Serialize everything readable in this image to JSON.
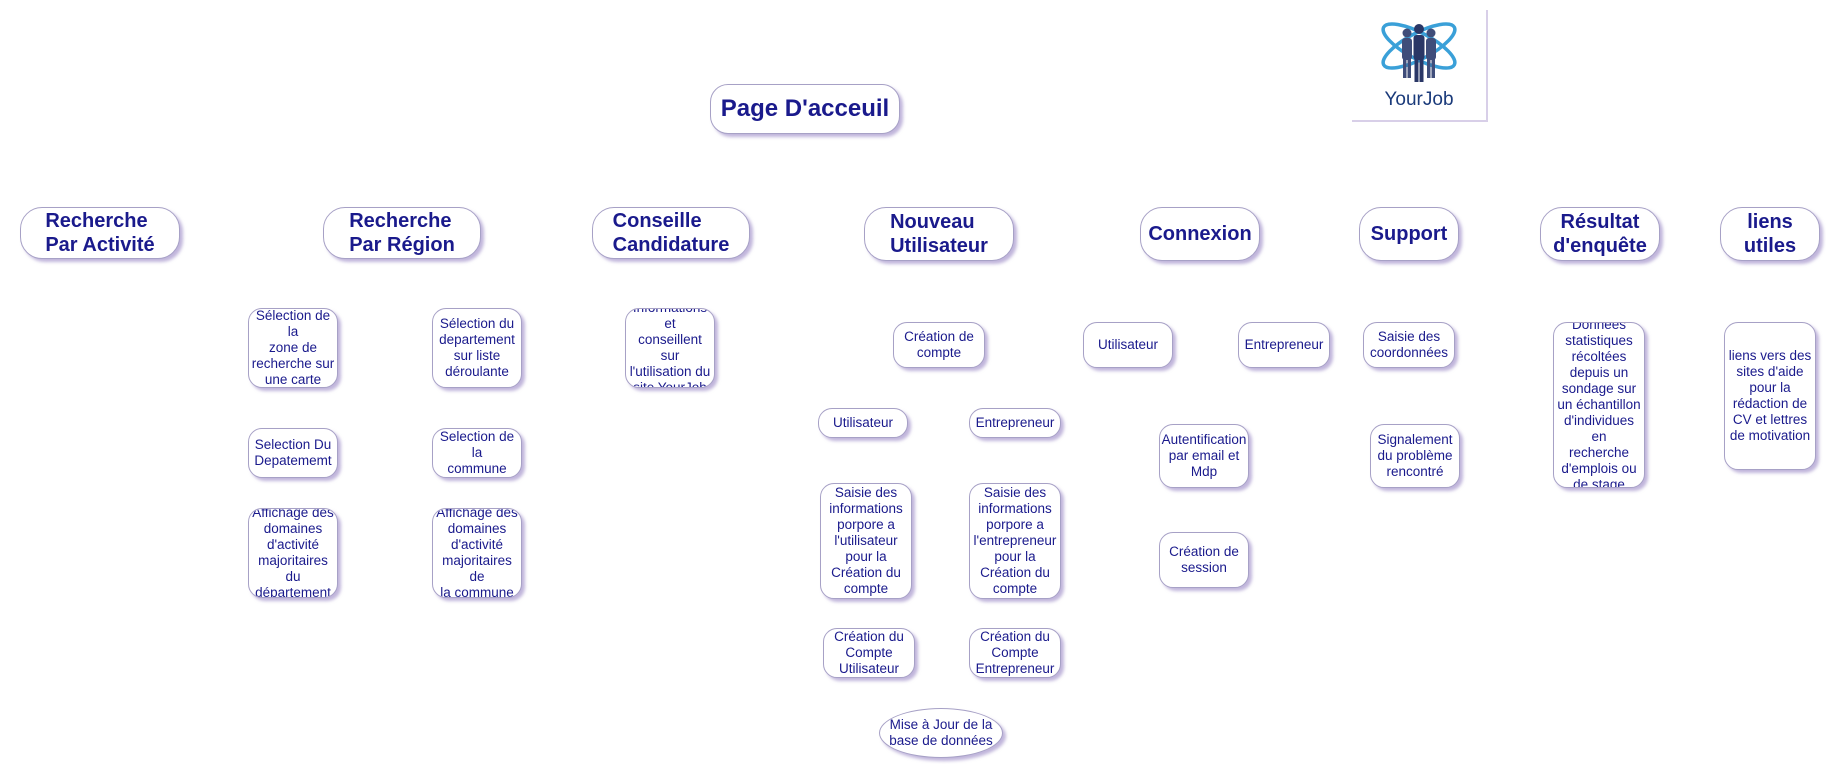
{
  "title": "Page D'acceuil",
  "logo": {
    "text": "YourJob"
  },
  "categories": {
    "activite": "Recherche\nPar Activité",
    "region": "Recherche\nPar Région",
    "conseil": "Conseille\nCandidature",
    "nouveau": "Nouveau\nUtilisateur",
    "connexion": "Connexion",
    "support": "Support",
    "resultat": "Résultat\nd'enquête",
    "liens": "liens\nutiles"
  },
  "region": {
    "carte": "Sélection de la\nzone de\nrecherche sur\nune carte",
    "selection_dept": "Selection Du\nDepatememt",
    "affichage_dept": "Affichage des\ndomaines\nd'activité\nmajoritaires du\ndépartement",
    "liste_dept": "Sélection du\ndepartement\nsur liste\ndéroulante",
    "selection_commune": "Selection de la\ncommune",
    "affichage_commune": "Affichage des\ndomaines\nd'activité\nmajoritaires de\nla commune"
  },
  "conseil": {
    "info": "Informations et\nconseillent sur\nl'utilisation du\nsite YourJob"
  },
  "nouveau": {
    "creation_compte": "Création de\ncompte",
    "utilisateur": "Utilisateur",
    "entrepreneur": "Entrepreneur",
    "saisie_utilisateur": "Saisie des\ninformations\nporpore a\nl'utilisateur\npour la\nCréation du\ncompte",
    "saisie_entrepreneur": "Saisie des\ninformations\nporpore a\nl'entrepreneur\npour la\nCréation du\ncompte",
    "creation_utilisateur": "Création du\nCompte\nUtilisateur",
    "creation_entrepreneur": "Création du\nCompte\nEntrepreneur",
    "mise_a_jour": "Mise à Jour de la\nbase de données"
  },
  "connexion": {
    "utilisateur": "Utilisateur",
    "entrepreneur": "Entrepreneur",
    "auth": "Autentification\npar email et\nMdp",
    "session": "Création de\nsession"
  },
  "support": {
    "saisie": "Saisie des\ncoordonnées",
    "signalement": "Signalement\ndu problème\nrencontré"
  },
  "resultat": {
    "donnees": "Données\nstatistiques\nrécoltées\ndepuis un\nsondage sur\nun échantillon\nd'individues en\nrecherche\nd'emplois ou\nde stage"
  },
  "liens": {
    "aide": "liens vers des\nsites d'aide\npour la\nrédaction de\nCV et lettres\nde motivation"
  },
  "colors": {
    "text": "#1a1a8c",
    "border": "#a7a1c6",
    "shadow": "#8c78be"
  }
}
